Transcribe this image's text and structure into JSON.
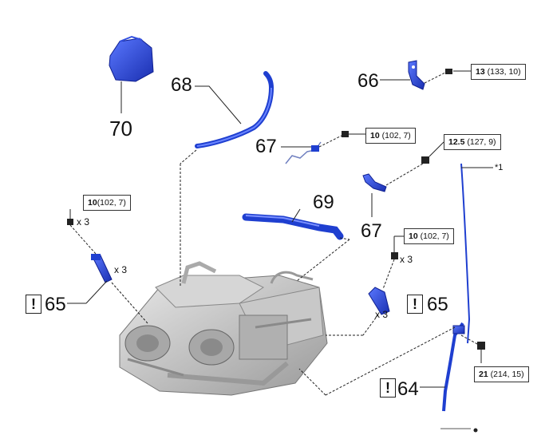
{
  "parts": [
    {
      "id": "p70",
      "label": "70"
    },
    {
      "id": "p68",
      "label": "68"
    },
    {
      "id": "p66",
      "label": "66"
    },
    {
      "id": "p67a",
      "label": "67"
    },
    {
      "id": "p67b",
      "label": "67"
    },
    {
      "id": "p69",
      "label": "69"
    },
    {
      "id": "p65a",
      "label": "65"
    },
    {
      "id": "p65b",
      "label": "65"
    },
    {
      "id": "p64",
      "label": "64"
    }
  ],
  "torques": {
    "t66": {
      "main": "13",
      "sub": "(133, 10)"
    },
    "t67a": {
      "main": "10",
      "sub": "(102, 7)"
    },
    "t67b": {
      "main": "12.5",
      "sub": "(127, 9)"
    },
    "t65a": {
      "main": "10",
      "sub": "(102, 7)"
    },
    "t65b": {
      "main": "10",
      "sub": "(102, 7)"
    },
    "t64": {
      "main": "21",
      "sub": "(214, 15)"
    }
  },
  "quantities": {
    "q1": "x 3",
    "q2": "x 3",
    "q3": "x 3",
    "q4": "x 3"
  },
  "notes": {
    "ref1": "*1"
  },
  "warning_symbol": "!",
  "colors": {
    "part_blue": "#1f3fd0",
    "engine_gray": "#b8b8b8",
    "line": "#222222"
  }
}
